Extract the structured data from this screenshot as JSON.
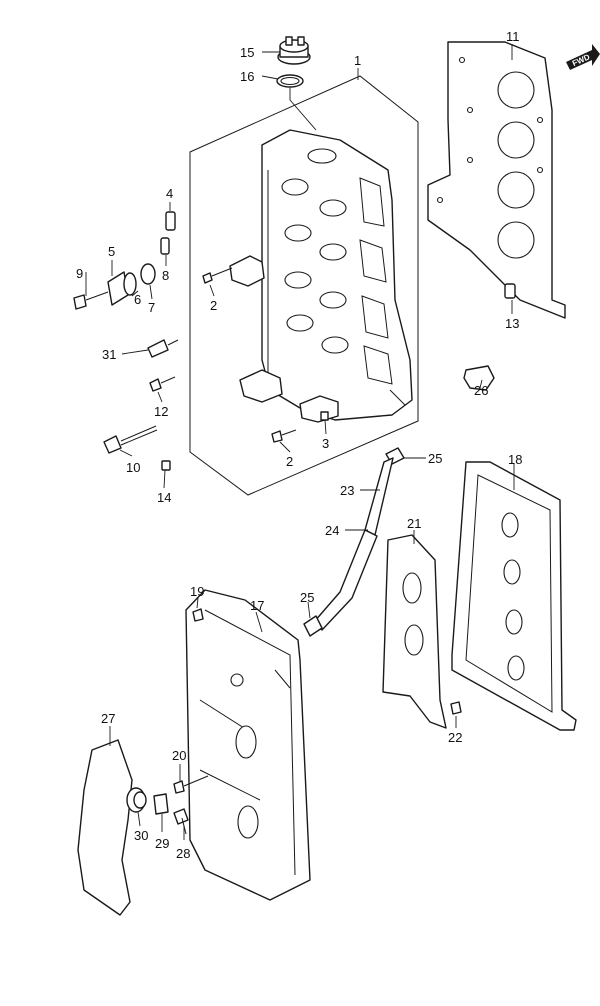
{
  "fwd_badge": "FWD",
  "callouts": {
    "c1": "1",
    "c2a": "2",
    "c2b": "2",
    "c3": "3",
    "c4": "4",
    "c5": "5",
    "c6": "6",
    "c7": "7",
    "c8": "8",
    "c9": "9",
    "c10": "10",
    "c11": "11",
    "c12": "12",
    "c13": "13",
    "c14": "14",
    "c15": "15",
    "c16": "16",
    "c17": "17",
    "c18": "18",
    "c19": "19",
    "c20": "20",
    "c21": "21",
    "c22": "22",
    "c23": "23",
    "c24": "24",
    "c25a": "25",
    "c25b": "25",
    "c26": "26",
    "c27": "27",
    "c28": "28",
    "c29": "29",
    "c30": "30",
    "c31": "31"
  }
}
